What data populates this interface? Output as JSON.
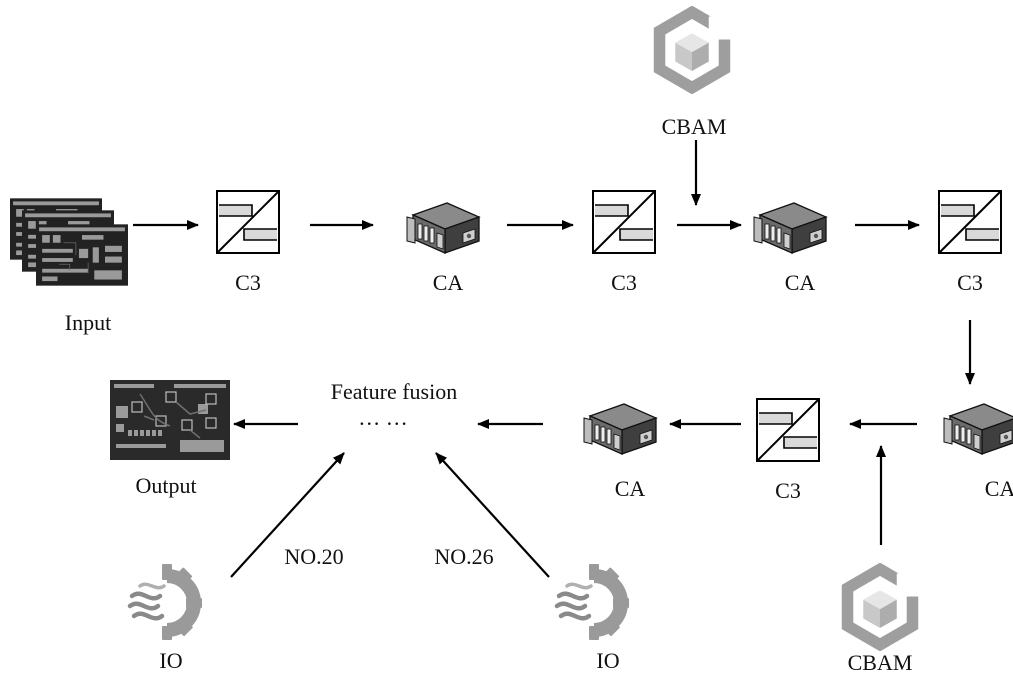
{
  "labels": {
    "input": "Input",
    "output": "Output",
    "c3": "C3",
    "ca": "CA",
    "cbam": "CBAM",
    "io": "IO",
    "feature_fusion": "Feature fusion",
    "ellipsis": "… …",
    "no20": "NO.20",
    "no26": "NO.26"
  },
  "icons": {
    "input": "pcb-stack-icon",
    "output": "pcb-board-icon",
    "c3": "c3-block-icon",
    "ca": "server-icon",
    "cbam": "hexagon-cube-icon",
    "io": "gear-waves-icon"
  },
  "colors": {
    "stroke": "#000000",
    "server_dark": "#3f3f3f",
    "server_light": "#8a8a8a",
    "hex_gray": "#9e9e9e",
    "pcb_dark": "#222222"
  }
}
